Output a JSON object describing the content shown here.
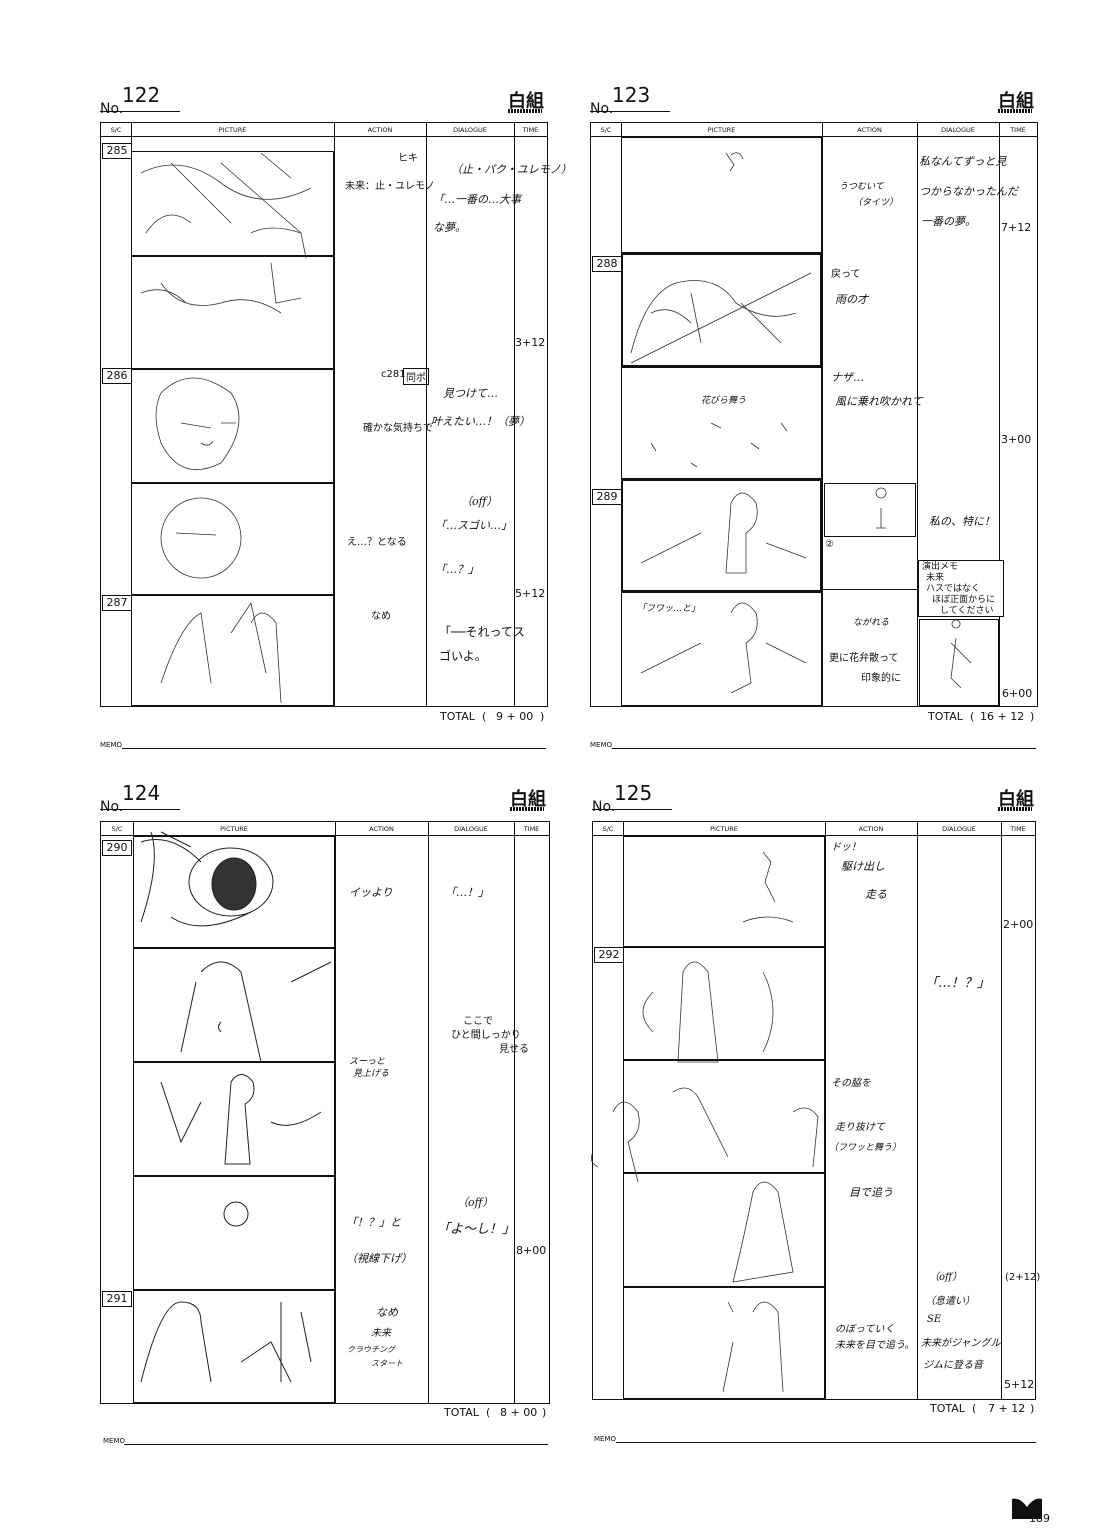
{
  "headers": {
    "sc": "S/C",
    "picture": "PICTURE",
    "action": "ACTION",
    "dialogue": "DIALOGUE",
    "time": "TIME"
  },
  "no_label": "No.",
  "memo_label": "MEMO",
  "total_label": "TOTAL",
  "team": "白組",
  "page_number": "189",
  "sheets": {
    "s122": {
      "number": "122",
      "cuts": [
        "285",
        "286",
        "287"
      ],
      "action": [
        "ヒキ",
        "未来：止・ユレモノ",
        "c281",
        "同ポ",
        "確かな気持ちで",
        "え…？となる",
        "なめ"
      ],
      "dialogue": [
        "（止・パク・ユレモノ）",
        "「…一番の…大事",
        "な夢。",
        "見つけて…",
        "叶えたい…！（夢）",
        "（off）",
        "「…スゴい…」",
        "「…？」",
        "「──それってス",
        "ゴいよ。"
      ],
      "times": [
        "3+12",
        "5+12"
      ],
      "total": "9 + 00"
    },
    "s123": {
      "number": "123",
      "cuts": [
        "288",
        "289"
      ],
      "action": [
        "うつむいて",
        "（タイツ）",
        "戻って",
        "雨の才",
        "花びら舞う",
        "②",
        "ながれる",
        "更に花弁散って",
        "印象的に"
      ],
      "dialogue": [
        "私なんてずっと見",
        "つからなかったんだ",
        "一番の夢。",
        "ナザ…",
        "風に乗れ吹かれて",
        "私の、特に！",
        "「フワッ…と」"
      ],
      "times": [
        "7+12",
        "3+00",
        "6+00"
      ],
      "note": [
        "演出メモ",
        "未来",
        "ハスではなく",
        "ほぼ正面からに",
        "してください"
      ],
      "total": "16 + 12"
    },
    "s124": {
      "number": "124",
      "cuts": [
        "290",
        "291"
      ],
      "action": [
        "イッより",
        "スーっと",
        "見上げる",
        "「！？」と",
        "（視線下げ）",
        "なめ",
        "未来",
        "クラウチング",
        "スタート"
      ],
      "dialogue": [
        "「…！」",
        "ここで",
        "ひと間しっかり",
        "見せる",
        "（off）",
        "「よ〜し！」"
      ],
      "times": [
        "8+00"
      ],
      "total": "8 + 00"
    },
    "s125": {
      "number": "125",
      "cuts": [
        "292"
      ],
      "action": [
        "ドッ！",
        "駆け出し",
        "走る",
        "その脇を",
        "走り抜けて",
        "（フワッと舞う）",
        "目で追う",
        "のぼっていく",
        "未来を目で追う。"
      ],
      "dialogue": [
        "「…！？」",
        "（off）",
        "（息遣い）",
        "SE",
        "未来がジャングル",
        "ジムに登る音"
      ],
      "times": [
        "2+00",
        "(2+12)",
        "5+12"
      ],
      "total": "7 + 12"
    }
  }
}
